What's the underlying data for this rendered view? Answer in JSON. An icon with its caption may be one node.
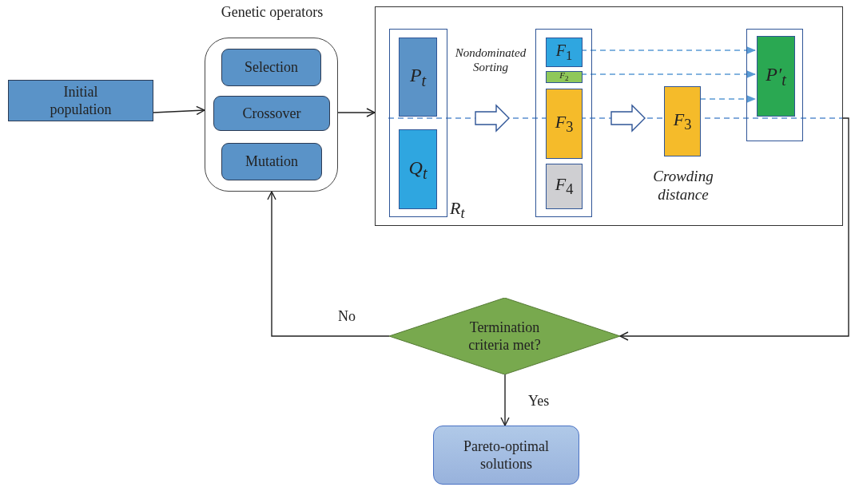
{
  "diagram": {
    "nodes": [
      {
        "text": [
          "Initial population"
        ]
      },
      {
        "text": [
          "Genetic operators"
        ]
      },
      {
        "text": [
          "Selection"
        ],
        "in": 1
      },
      {
        "text": [
          "Crossover"
        ],
        "in": 1
      },
      {
        "text": [
          "Mutation"
        ],
        "in": 1
      },
      {
        "text": [],
        "shape": "box"
      },
      {
        "text": [],
        "shape": "box",
        "in": 5,
        "beside": [
          "R$_{t}$"
        ]
      },
      {
        "text": [
          "P$_{t}$"
        ],
        "in": 6
      },
      {
        "text": [
          "Q$_{t}$"
        ],
        "in": 6
      },
      {
        "text": [],
        "shape": "box",
        "in": 5
      },
      {
        "text": [
          "*F*$_{1}$"
        ],
        "in": 9
      },
      {
        "text": [
          "*F*$_{2}$"
        ],
        "in": 9
      },
      {
        "text": [
          "*F*$_{3}$"
        ],
        "in": 9
      },
      {
        "text": [
          "*F*$_{4}$"
        ],
        "in": 9
      },
      {
        "text": [
          "*F*$_{3}$"
        ],
        "in": 5
      },
      {
        "text": [],
        "shape": "box",
        "in": 5
      },
      {
        "text": [
          "P′$_{t}$"
        ],
        "in": 15
      },
      {
        "text": [
          "Termination criteria met?"
        ]
      },
      {
        "text": [
          "Pareto-optimal solutions"
        ]
      }
    ],
    "edges": [
      {
        "from": 0,
        "to": 1,
        "arrow": "to"
      },
      {
        "from": 1,
        "to": 5,
        "arrow": "to"
      },
      {
        "from": 10,
        "to": 16,
        "arrow": "to",
        "style": "dashed",
        "color": "#5b9bd5"
      },
      {
        "from": 11,
        "to": 16,
        "arrow": "to",
        "style": "dashed",
        "color": "#5b9bd5"
      },
      {
        "from": 14,
        "to": 16,
        "arrow": "to",
        "style": "dashed",
        "color": "#5b9bd5"
      },
      {
        "from": 6,
        "to": 9,
        "arrow": "to",
        "color": "#2f5597"
      },
      {
        "from": 9,
        "to": 14,
        "arrow": "to",
        "color": "#2f5597"
      },
      {
        "from": 5,
        "to": 17,
        "arrow": "to"
      },
      {
        "from": 17,
        "to": 1,
        "arrow": "to",
        "label": "No"
      },
      {
        "from": 17,
        "to": 18,
        "arrow": "to",
        "label": "Yes"
      }
    ],
    "labels": [
      "Nondominated Sorting",
      "Crowding distance"
    ]
  }
}
